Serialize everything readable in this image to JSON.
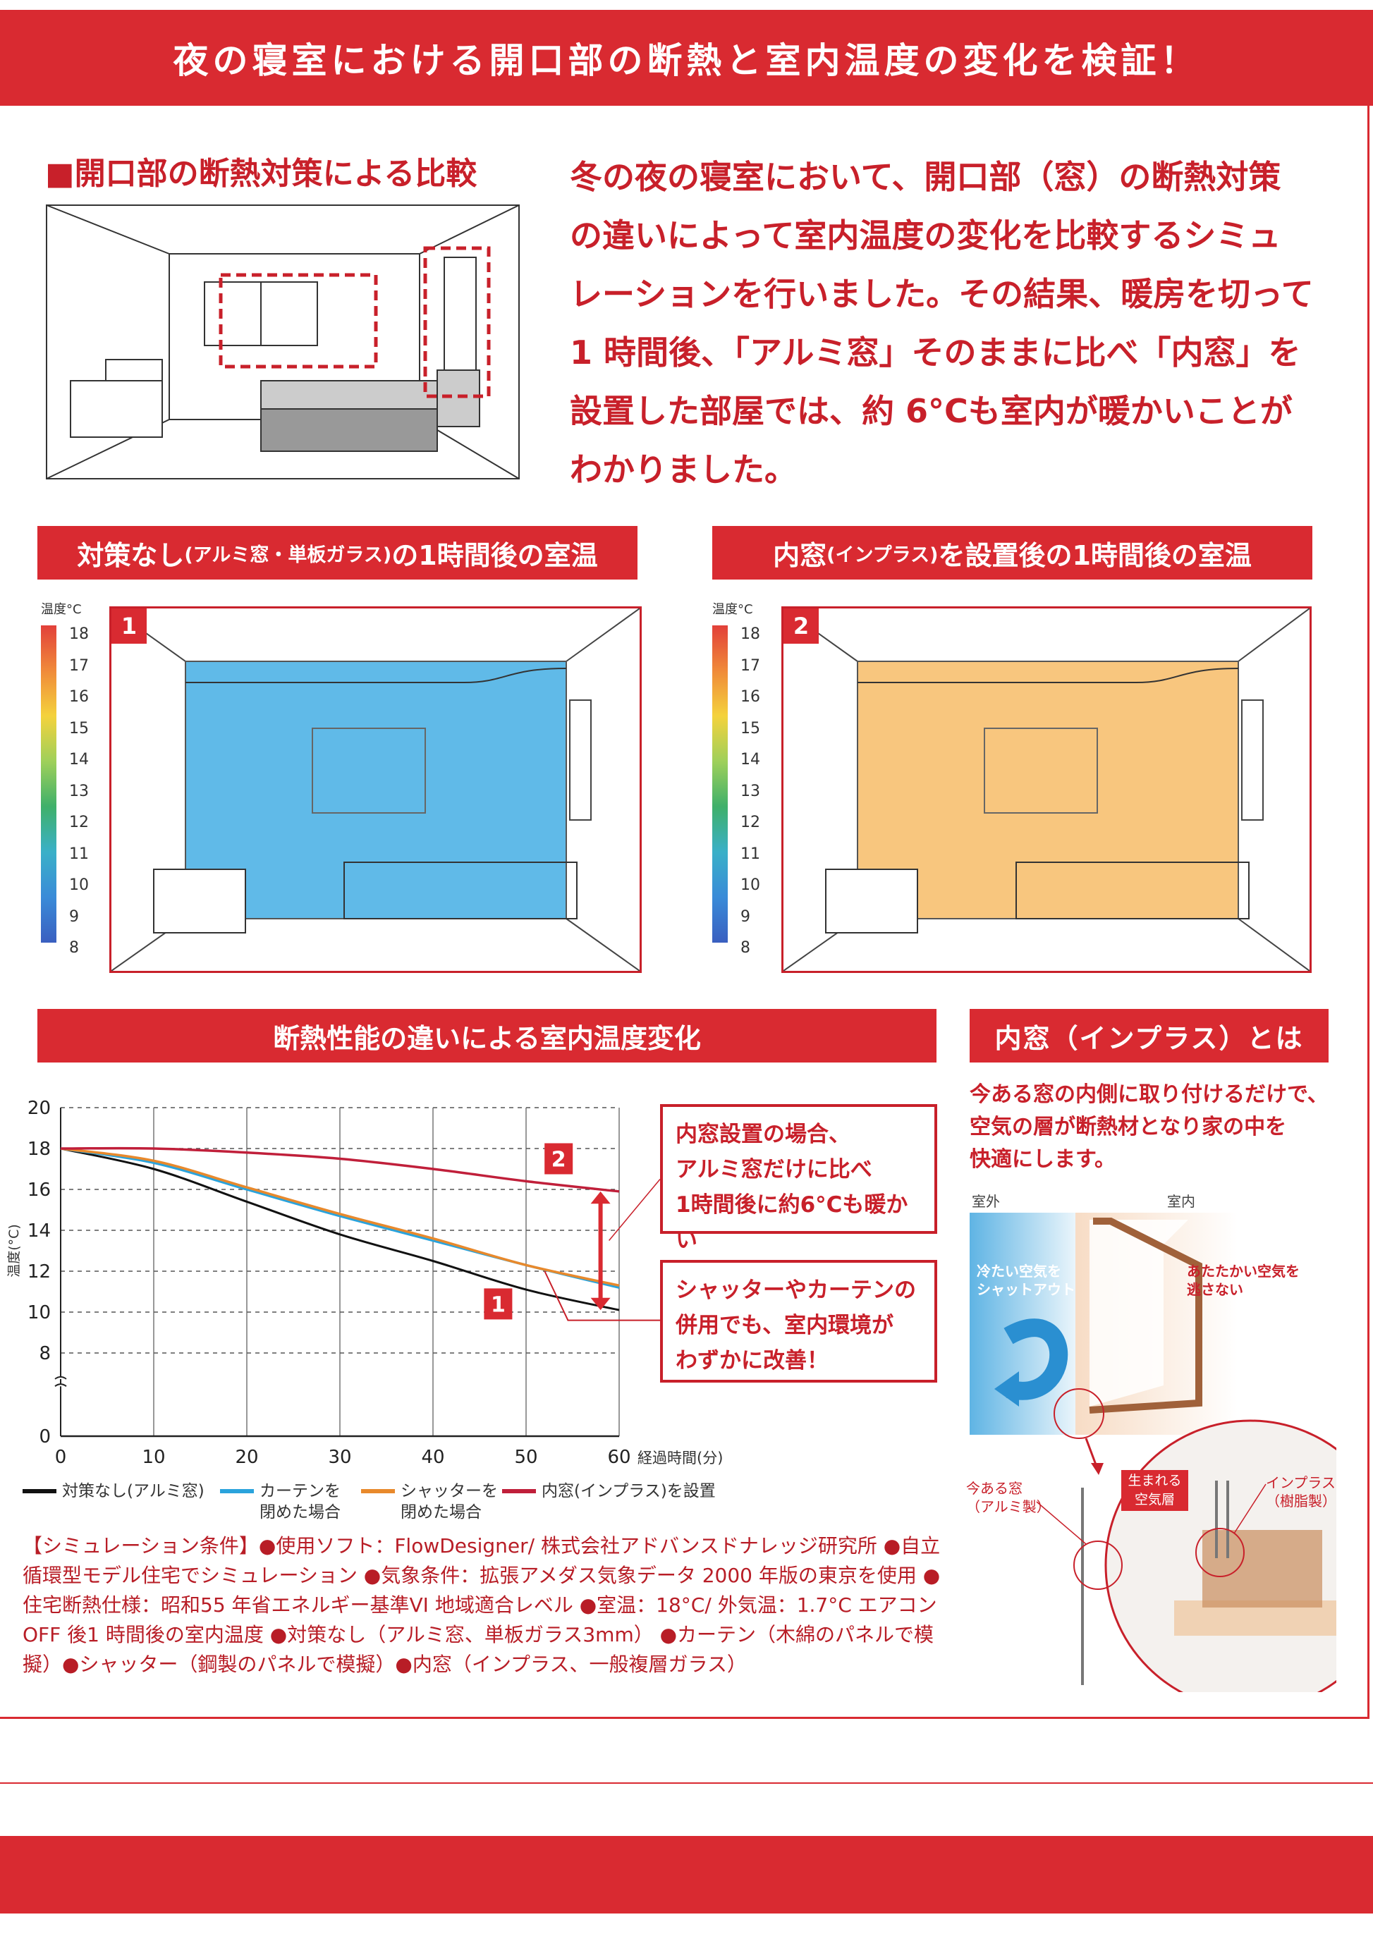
{
  "header": {
    "title": "夜の寝室における開口部の断熱と室内温度の変化を検証！"
  },
  "comparison": {
    "title": "■開口部の断熱対策による比較",
    "intro_lines": [
      "冬の夜の寝室において、開口部（窓）の断熱対策",
      "の違いによって室内温度の変化を比較するシミュ",
      "レーションを行いました。その結果、暖房を切って",
      "1 時間後、「アルミ窓」そのままに比べ「内窓」を",
      "設置した部屋では、約 6°Cも室内が暖かいことが",
      "わかりました。"
    ]
  },
  "simulations": [
    {
      "heading_main_a": "対策なし",
      "heading_small": "(アルミ窓・単板ガラス)",
      "heading_main_b": "の1時間後の室温",
      "badge": "1",
      "fill_color": "#4fb3e6"
    },
    {
      "heading_main_a": "内窓",
      "heading_small": "(インプラス)",
      "heading_main_b": "を設置後の1時間後の室温",
      "badge": "2",
      "fill_color": "#f7c070"
    }
  ],
  "colorbar": {
    "label": "温度°C",
    "ticks": [
      "18",
      "17",
      "16",
      "15",
      "14",
      "13",
      "12",
      "11",
      "10",
      "9",
      "8"
    ]
  },
  "chart_data": {
    "type": "line",
    "title": "断熱性能の違いによる室内温度変化",
    "xlabel": "経過時間(分)",
    "ylabel": "温度(°C)",
    "x": [
      0,
      10,
      20,
      30,
      40,
      50,
      60
    ],
    "xlim": [
      0,
      60
    ],
    "ylim": [
      0,
      20
    ],
    "yticks": [
      "20",
      "18",
      "16",
      "14",
      "12",
      "10",
      "8",
      "0"
    ],
    "xticks": [
      "0",
      "10",
      "20",
      "30",
      "40",
      "50",
      "60"
    ],
    "axis_break": true,
    "grid": true,
    "legend_placement": "bottom",
    "series": [
      {
        "name": "対策なし(アルミ窓)",
        "color": "#111111",
        "values": [
          18,
          17.0,
          15.4,
          13.8,
          12.5,
          11.1,
          10.1
        ]
      },
      {
        "name": "カーテンを閉めた場合",
        "color": "#2aa3dc",
        "values": [
          18,
          17.3,
          16.0,
          14.7,
          13.5,
          12.3,
          11.2
        ]
      },
      {
        "name": "シャッターを閉めた場合",
        "color": "#e8892c",
        "values": [
          18,
          17.4,
          16.1,
          14.8,
          13.6,
          12.3,
          11.3
        ]
      },
      {
        "name": "内窓(インプラス)を設置",
        "color": "#c01f3a",
        "values": [
          18,
          18.0,
          17.8,
          17.5,
          17.0,
          16.4,
          15.9
        ]
      }
    ],
    "legend_lines": [
      [
        "対策なし(アルミ窓)"
      ],
      [
        "カーテンを",
        "閉めた場合"
      ],
      [
        "シャッターを",
        "閉めた場合"
      ],
      [
        "内窓(インプラス)を設置"
      ]
    ],
    "annotations": {
      "badge1": "1",
      "badge2": "2",
      "callout1": [
        "内窓設置の場合、",
        "アルミ窓だけに比べ",
        "1時間後に約6°Cも暖かい"
      ],
      "callout2": [
        "シャッターやカーテンの",
        "併用でも、室内環境が",
        "わずかに改善！"
      ]
    }
  },
  "conditions": "【シミュレーション条件】●使用ソフト：FlowDesigner/ 株式会社アドバンスドナレッジ研究所 ●自立循環型モデル住宅でシミュレーション ●気象条件：拡張アメダス気象データ 2000 年版の東京を使用 ●住宅断熱仕様：昭和55 年省エネルギー基準VI 地域適合レベル ●室温：18°C/ 外気温：1.7°C エアコンOFF 後1 時間後の室内温度 ●対策なし（アルミ窓、単板ガラス3mm） ●カーテン（木綿のパネルで模擬）●シャッター（鋼製のパネルで模擬）●内窓（インプラス、一般複層ガラス）",
  "inplus": {
    "heading": "内窓（インプラス）とは",
    "description_lines": [
      "今ある窓の内側に取り付けるだけで、",
      "空気の層が断熱材となり家の中を",
      "快適にします。"
    ],
    "outside": "室外",
    "inside": "室内",
    "cold": [
      "冷たい空気を",
      "シャットアウト"
    ],
    "warm": [
      "あたたかい空気を",
      "逃さない"
    ],
    "existing": [
      "今ある窓",
      "（アルミ製）"
    ],
    "air_layer": [
      "生まれる",
      "空気層"
    ],
    "inplus_label": [
      "インプラス",
      "（樹脂製）"
    ]
  },
  "colors": {
    "accent": "#d92a31",
    "text_red": "#c8202a"
  }
}
